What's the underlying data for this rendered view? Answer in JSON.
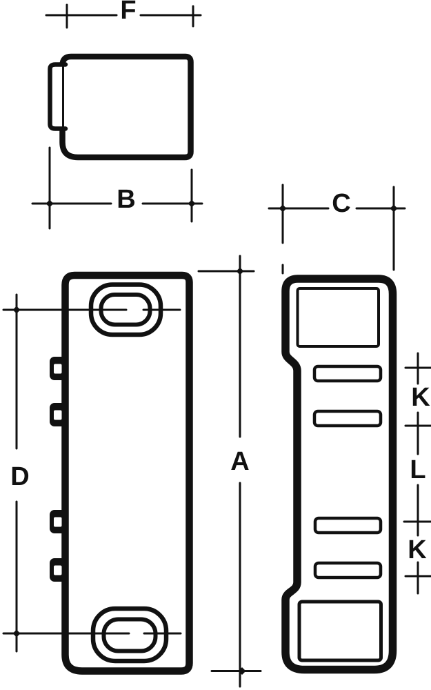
{
  "drawing": {
    "ink": "#111111",
    "background": "#ffffff",
    "labels": {
      "f": "F",
      "b": "B",
      "c": "C",
      "a": "A",
      "d": "D",
      "k_upper": "K",
      "l": "L",
      "k_lower": "K"
    }
  }
}
